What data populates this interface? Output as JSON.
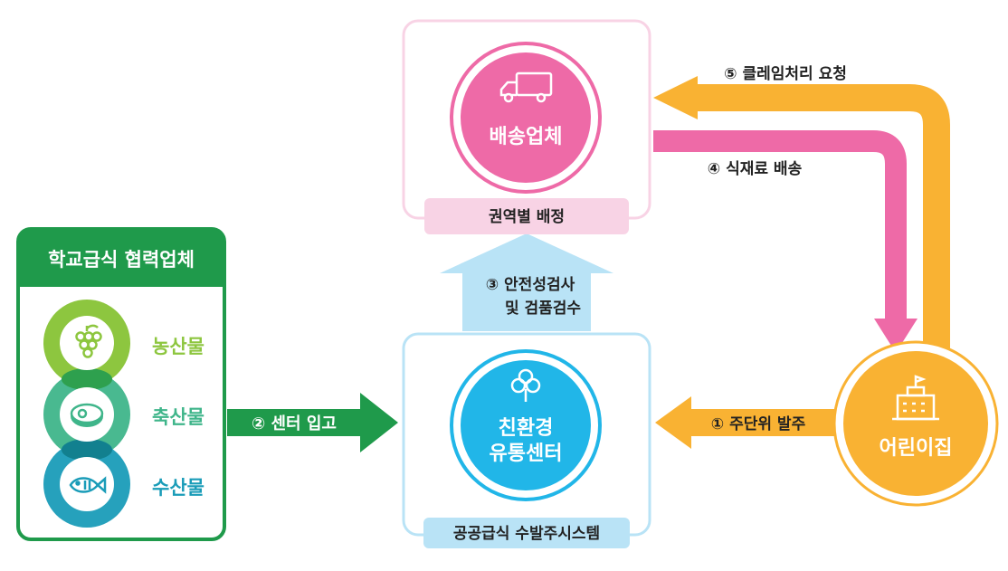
{
  "suppliers": {
    "title": "학교급식 협력업체",
    "items": [
      {
        "label": "농산물",
        "icon": "grapes-icon",
        "color": "#8dc63f"
      },
      {
        "label": "축산물",
        "icon": "meat-icon",
        "color": "#3fb58a"
      },
      {
        "label": "수산물",
        "icon": "fish-icon",
        "color": "#1a9cb8"
      }
    ]
  },
  "center": {
    "name_line1": "친환경",
    "name_line2": "유통센터",
    "footer": "공공급식 수발주시스템",
    "icon": "clover-icon"
  },
  "delivery": {
    "name": "배송업체",
    "footer": "권역별 배정",
    "icon": "truck-icon"
  },
  "daycare": {
    "name": "어린이집",
    "icon": "school-building-icon"
  },
  "steps": {
    "s1": "① 주단위 발주",
    "s2": "② 센터 입고",
    "s3_line1": "③ 안전성검사",
    "s3_line2": "및 검품검수",
    "s4": "④ 식재료 배송",
    "s5": "⑤ 클레임처리 요청"
  },
  "colors": {
    "green": "#1f9a4b",
    "pink": "#ee6aa7",
    "cyan": "#21b6e8",
    "orange": "#f9b233",
    "light_blue": "#b9e3f6",
    "light_pink": "#f8d3e5"
  }
}
